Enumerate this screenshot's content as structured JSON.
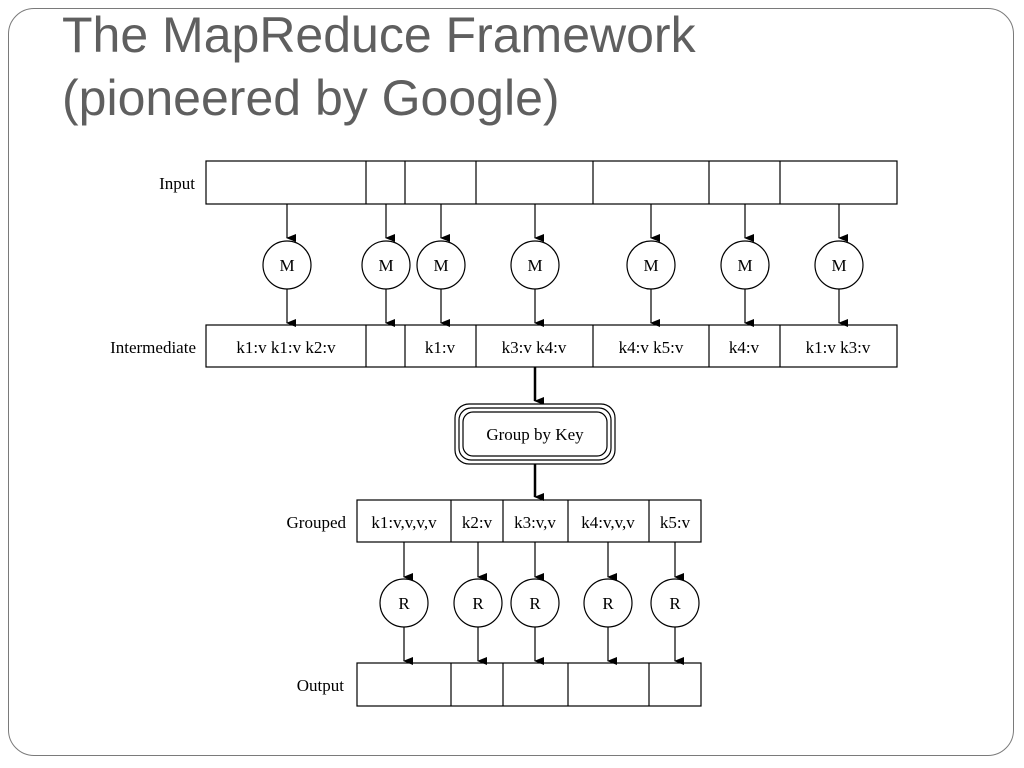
{
  "slide": {
    "title_line1": "The MapReduce Framework",
    "title_line2": "(pioneered by Google)"
  },
  "diagram": {
    "row_labels": {
      "input": "Input",
      "intermediate": "Intermediate",
      "grouped": "Grouped",
      "output": "Output"
    },
    "map_node_label": "M",
    "reduce_node_label": "R",
    "group_by_label": "Group by Key",
    "input_cells": [
      "",
      "",
      "",
      "",
      "",
      "",
      ""
    ],
    "intermediate_cells": [
      "k1:v k1:v k2:v",
      "",
      "k1:v",
      "k3:v k4:v",
      "k4:v k5:v",
      "k4:v",
      "k1:v k3:v"
    ],
    "grouped_cells": [
      "k1:v,v,v,v",
      "k2:v",
      "k3:v,v",
      "k4:v,v,v",
      "k5:v"
    ],
    "output_cells": [
      "",
      "",
      "",
      "",
      ""
    ]
  }
}
